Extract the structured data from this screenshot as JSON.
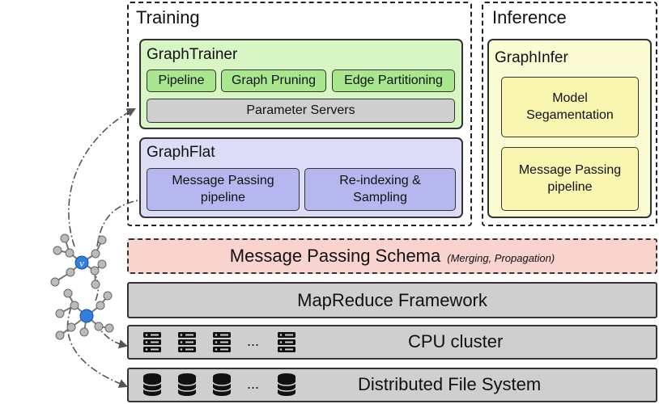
{
  "training": {
    "title": "Training",
    "graphtrainer": {
      "title": "GraphTrainer",
      "items": [
        "Pipeline",
        "Graph Pruning",
        "Edge Partitioning"
      ],
      "parameter_servers": "Parameter Servers"
    },
    "graphflat": {
      "title": "GraphFlat",
      "message_passing": "Message Passing pipeline",
      "reindexing": "Re-indexing & Sampling"
    }
  },
  "inference": {
    "title": "Inference",
    "graphinfer": {
      "title": "GraphInfer",
      "model_segmentation": "Model Segamentation",
      "message_passing": "Message Passing pipeline"
    }
  },
  "layers": {
    "schema_title": "Message Passing Schema",
    "schema_note": "(Merging, Propagation)",
    "mapreduce": "MapReduce Framework",
    "cpu_cluster": "CPU cluster",
    "dfs": "Distributed File System",
    "ellipsis": "..."
  },
  "graph": {
    "node_label": "v"
  },
  "colors": {
    "graphtrainer_bg": "#d8f5c4",
    "chip_green": "#a9e78e",
    "graphflat_bg": "#dcdcf7",
    "chip_purple": "#b7b7ef",
    "graphinfer_bg": "#fbfbd4",
    "chip_yellow": "#f8f6b0",
    "schema_bg": "#f9d4cf",
    "layer_gray": "#cfcfcf",
    "node_blue": "#2f7fe0"
  },
  "icons": [
    "server-icon",
    "database-icon",
    "graph-icon"
  ]
}
